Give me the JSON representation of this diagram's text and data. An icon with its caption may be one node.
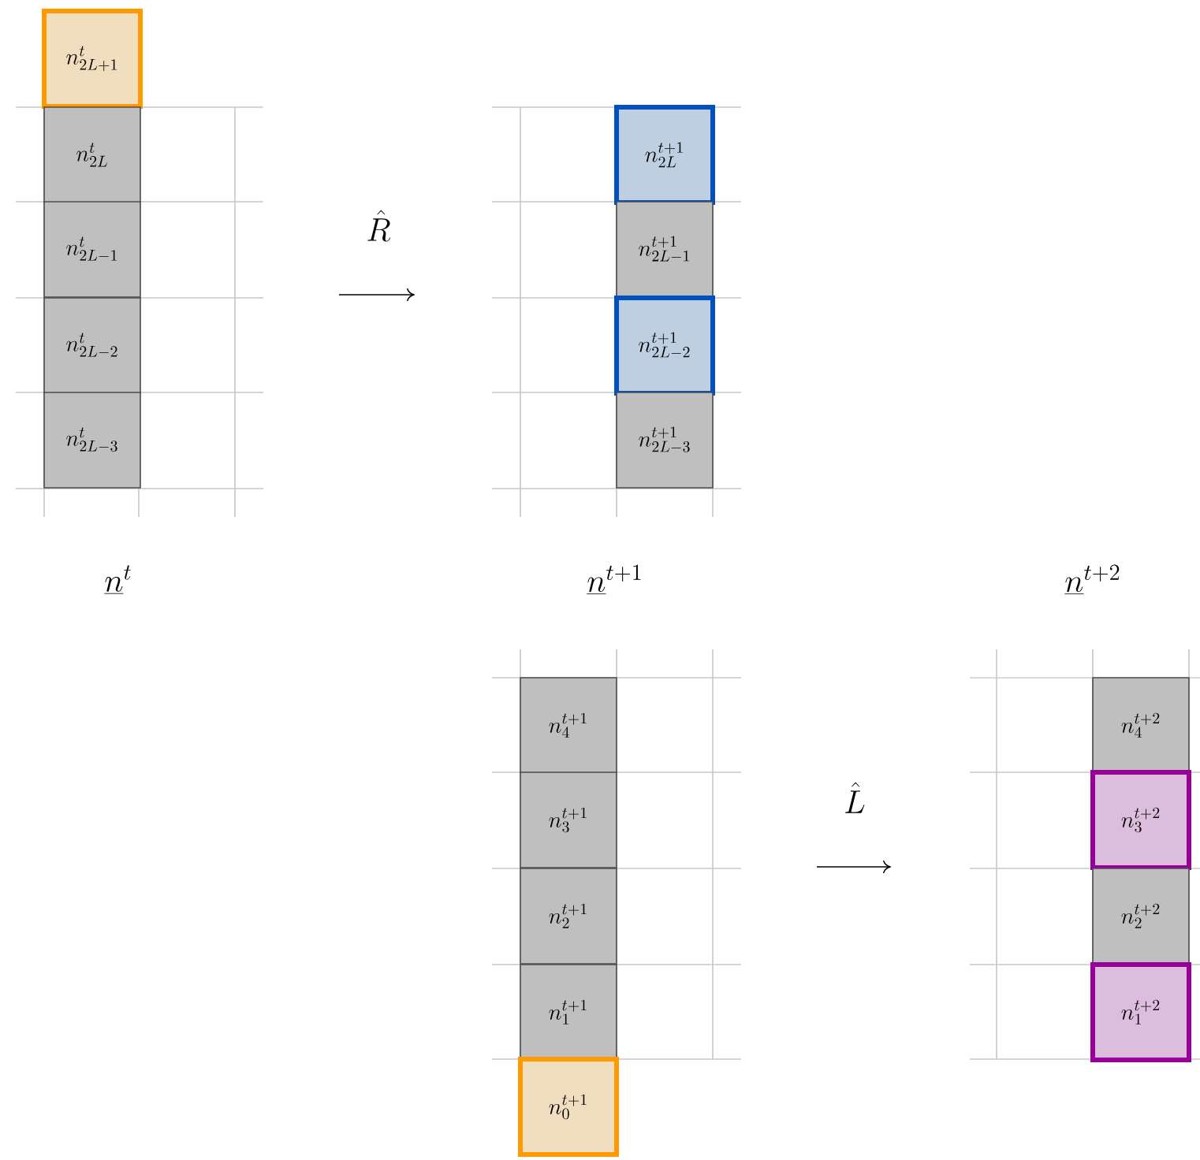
{
  "diagram": {
    "nodes": [
      {
        "text": [
          "n^{t}_{2L+1}"
        ]
      },
      {
        "text": [
          "n^{t}_{2L}"
        ]
      },
      {
        "text": [
          "n^{t}_{2L-1}"
        ]
      },
      {
        "text": [
          "n^{t}_{2L-2}"
        ]
      },
      {
        "text": [
          "n^{t}_{2L-3}"
        ]
      },
      {
        "text": [
          "n^{t+1}_{2L}"
        ]
      },
      {
        "text": [
          "n^{t+1}_{2L-1}"
        ]
      },
      {
        "text": [
          "n^{t+1}_{2L-2}"
        ]
      },
      {
        "text": [
          "n^{t+1}_{2L-3}"
        ]
      },
      {
        "text": [
          "n^{t+1}_{4}"
        ]
      },
      {
        "text": [
          "n^{t+1}_{3}"
        ]
      },
      {
        "text": [
          "n^{t+1}_{2}"
        ]
      },
      {
        "text": [
          "n^{t+1}_{1}"
        ]
      },
      {
        "text": [
          "n^{t+1}_{0}"
        ]
      },
      {
        "text": [
          "n^{t+2}_{4}"
        ]
      },
      {
        "text": [
          "n^{t+2}_{3}"
        ]
      },
      {
        "text": [
          "n^{t+2}_{2}"
        ]
      },
      {
        "text": [
          "n^{t+2}_{1}"
        ]
      }
    ],
    "labels": [
      "\\hat{R}",
      "\\underline{n}^{t}",
      "\\underline{n}^{t+1}",
      "\\underline{n}^{t+2}",
      "\\hat{L}"
    ]
  }
}
